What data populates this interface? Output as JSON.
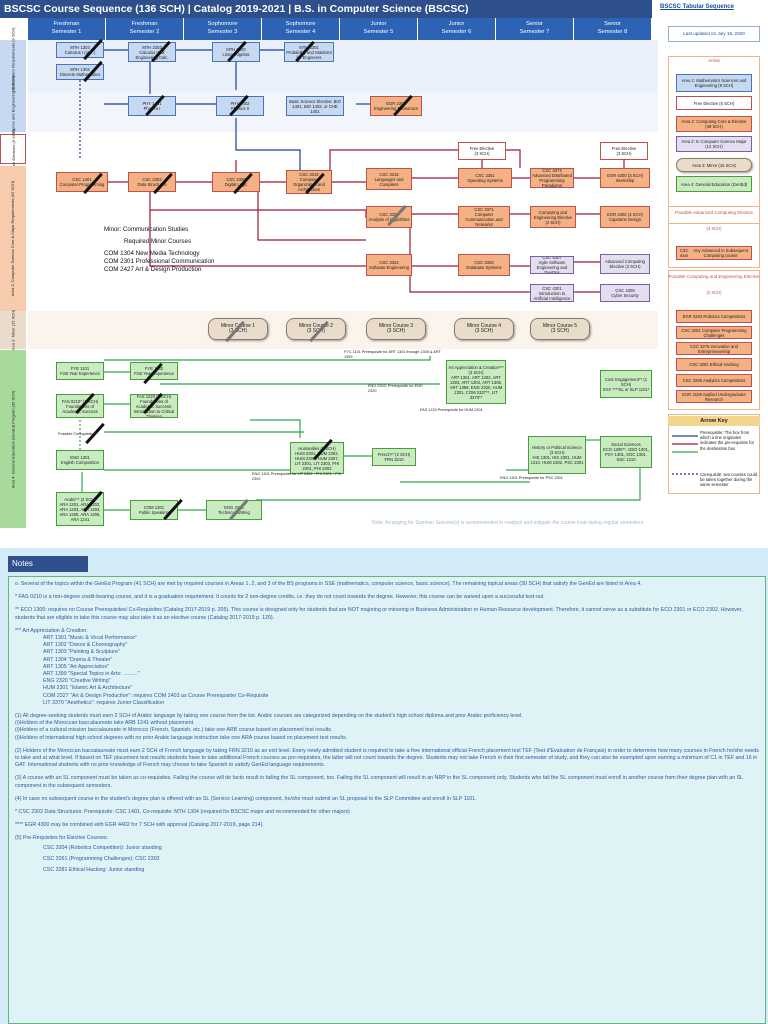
{
  "header": {
    "title": "BSCSC Course Sequence (136 SCH) | Catalog 2019-2021 | B.S. in Computer Science (BSCSC)",
    "tabular_link": "BSCSC Tabular Sequence",
    "updated": "Last updated on July 16, 2020"
  },
  "semesters": [
    "Freshman\nSemester 1",
    "Freshman\nSemester 2",
    "Sophomore\nSemester 3",
    "Sophomore\nSemester 4",
    "Junior\nSemester 5",
    "Junior\nSemester 6",
    "Senior\nSemester 7",
    "Senior\nSemester 8"
  ],
  "area_labels": {
    "a1": "Area 1: Mathematics Requirements (9 SCH)",
    "a2": "Area 2: Science and Engineering (9 SCH)",
    "free": "Free Electives (6 SCH)",
    "a3": "Area 3: Computer Science Core & Major Requirements (62 SCH)",
    "a4": "Area 3: Minor (15 SCH)",
    "a5": "Area 4: General Education (GenEd) Program (35 SCH)"
  },
  "courses": {
    "mth1303": "MTH 1303\nCalculus I (or ...)",
    "mth1304": "MTH 1304\nDiscrete Mathematics",
    "mth2303": "MTH 2303\nCalculus II for Engineering Calc.",
    "mth2320": "MTH 2320\nLinear Algebra",
    "mth3301": "MTH 3301\nProbability and Statistics for Engineers",
    "phy1401": "PHY 1401\nPhysics I",
    "phy1402": "PHY 1402\nPhysics II",
    "basic_sci": "Basic Science Elective: BIO 1401, BIO 1402, or CHE 1401",
    "egr2302": "EGR 2302\nEngineering Economics",
    "csc1401": "CSC 1401\nComputer Programming",
    "csc2302": "CSC 2302\nData Structures",
    "csc2305": "CSC 2305\nDigital Logic",
    "csc3315": "CSC 3315\nComputer Organization and Architecture",
    "csc3315b": "CSC 3315\nLanguages and Compilers",
    "csc3351": "CSC 3351\nOperating Systems",
    "csc3374": "CSC 3374\nAdvanced Distributed Programming Paradigms",
    "egr4300": "EGR 4300 (3 SCH)\nInternship",
    "csc3323": "CSC 3323\nAnalysis of Algorithms",
    "csc3371": "CSC 3371\nComputer Communication and Networks",
    "comp_eng": "Computing and Engineering Elective (2 SCH)",
    "egr4402": "EGR 4402 (4 SCH)\nCapstone Design",
    "csc3324": "CSC 3324\nSoftware Engineering",
    "csc3326": "CSC 3326\nDatabase Systems",
    "csc4307": "CSC 4307\nAgile Software Engineering and DevOps",
    "adv_comp": "Advanced Computing Elective (3 SCH)",
    "csc4301": "CSC 4301\nIntroduction to Artificial Intelligence",
    "csc4308": "CSC 4308\nCyber Security",
    "free1": "Free Elective\n(3 SCH)",
    "free2": "Free Elective\n(3 SCH)",
    "minor1": "Minor Course 1\n(3 SCH)",
    "minor2": "Minor Course 2\n(3 SCH)",
    "minor3": "Minor Course 3\n(3 SCH)",
    "minor4": "Minor Course 4\n(3 SCH)",
    "minor5": "Minor Course 5\n(3 SCH)",
    "fye1101": "FYE 1101\nFirst Year Experience",
    "fye1102": "FYE 1102\nFirst Year Experience",
    "fas0210": "FAS 0210* (1 SCH)\nFoundations of Academic Success",
    "fas1220": "FAS 1220 (2 SCH)\nFoundations of Academic Success: Introduction to Critical Thinking",
    "eng1301": "ENG 1301\nEnglish Composition",
    "arabic": "Arabic** (2 SCH)\nARA 1201, ARA 1202, ARA 1203, ARA 1204, ARA 1205, ARA 1206, ARA 1241",
    "com1301": "COM 1301\nPublic Speaking",
    "eng2303": "ENG 2303\nTechnical Writing",
    "humanities": "Humanities (3 SCH)\nHUM 2301, HUM 2302, HUM 2306, HUM 2307, LIT 2301, LIT 2303, PHI 2301, PHI 2302",
    "art": "Art Appreciation & Creation*** (3 SCH)\nART 1301, ART 1302, ART 1303, ART 1304, ART 1305, ART 1399, ENG 2320, HUM 2301, COM 2327**, LIT 3370**",
    "french": "French** (2 SCH)\nFRN 3210",
    "history": "History or Political Science (3 SCH)\nHIS 1301, HIS 2301, HUM 1310, HUM 2302, PSC 2301",
    "civic": "Civic Engagement** (1 SCH)\nXXX ****SL or SLP 1101*",
    "social": "Social Sciences\nECO 1300**, GEO 1301, PSY 1301, SOC 1301, SSC 1310"
  },
  "minor_info": {
    "title": "Minor: Communication Studies",
    "sub": "Required Minor Courses",
    "c1": "COM 1304 New Media Technology",
    "c2": "COM 2301 Professional Communication",
    "c3": "COM 2427 Art & Design Production"
  },
  "annotations": {
    "possible_coreq": "Possible Corequisite",
    "fyc": "FYC 1101 Prerequisite for ART 1301 through 1305 & ART 1399",
    "eng2303": "ENG 2303: Prerequisite for ENG 2320",
    "fas1220": "FAS 1220 Prerequisite for HUM 2301",
    "eng1301": "ENG 1301 Prerequisite for LIT 2301 - PHI 2301 - PHI 2302",
    "eng1301psc": "ENG 1301 Prerequisite for PSC 2301",
    "summer_note": "Note: Arranging for Summer Session(s) is recommended to readjust and mitigate the course load during regular semesters"
  },
  "legend": {
    "areas_title": "Areas",
    "l1": "Area 1: Mathematics Sciences and Engineering (9 SCH)",
    "l2": "Free Elective (6 SCH)",
    "l3": "Area 2: Computing Core & Elective (49 SCH)",
    "l4": "Area 2: In Computer Science Major (12 SCH)",
    "l5": "Area 3: Minor (15 SCH)",
    "l6": "Area 4: General Education (GenEd)",
    "adv_title": "Possible Advanced Computing Elective",
    "adv_sch": "(3 SCH)",
    "adv1": "CSC 4xxx",
    "adv2": "Any Advanced in Subsequent Computing course",
    "eng_title": "Possible Computing and Engineering Elective",
    "eng_sch": "(2 SCH)",
    "e1": "EGR 3204\nRobotics Competitions",
    "e2": "CSC 3261\nComputer Programming Challenges",
    "e3": "CSC 3275\nInnovation and Entrepreneurship",
    "e4": "CSC 3281\nEthical Hacking",
    "e5": "CSC 3285\nAnalytics Competitions",
    "e6": "EGR 3109\nApplied Undergraduate Research",
    "arrow_title": "Arrow Key",
    "prereq": "Prerequisite: The box from which a line originates indicates the pre-requisite for the destination box",
    "coreq": "Corequisite: two courses could be taken together during the same semester"
  },
  "notes": {
    "title": "Notes",
    "n0": "o. Several of the topics within the GenEd Program (41 SCH) are met by required courses in Areas 1, 2, and 3 of the BS programs in SSE (mathematics, computer science, basic science). The remaining topical areas (30 SCH) that satisfy the GenEd are listed in Area 4.",
    "n1": "* FAS 0210 is a non-degree credit-bearing course, and it is a graduation requirement. It counts for 2 non-degree credits, i.e. they do not count towards the degree. However, this course can be waived upon a successful test-out.",
    "n2": "** ECO 1300: requires no Course Prerequisites/ Co-Requisites (Catalog 2017-2019 p. 205). This course is designed only for students that are NOT majoring or minoring in Business Administration or Human Resource development. Therefore, it cannot serve as a substitute for ECO 2301 or ECO 2302. However, students that are eligible to take this course may also take it as an elective course (Catalog 2017-2019 p. 120).",
    "n3": "*** Art Appreciation & Creation:",
    "art_list": [
      "ART 1301 \"Music & Vocal Performance\"",
      "ART 1302 \"Dance & Choreography\"",
      "ART 1303 \"Painting & Sculpture\"",
      "ART 1304 \"Drama & Theater\"",
      "ART 1305 \"Art Appreciation\"",
      "ART 1399 \"Special Topics in Arts: ..........\"",
      "ENG 2320 \"Creative Writing\"",
      "HUM 2301 \"Islamic Art & Architecture\"",
      "COM 2327 \"Art & Design Production\": requires COM 2403 as Course Prerequisite/ Co-Requisite",
      "LIT 3370 \"Aesthetics\": requires Junior Classification"
    ],
    "n4": "(1) All degree-seeking students must earn 2 SCH of Arabic language by taking one course from the list. Arabic courses are categorized depending on the student's high school diploma and prior Arabic proficiency level.",
    "n4a": "(i)Holders of the Moroccan baccalaureate take ARB 1241 without placement.",
    "n4b": "(i)Holders of a cultural mission baccalaureate in Morocco (French, Spanish, etc.) take one ARB course based on placement test results.",
    "n4c": "(i)Holders of international high school degrees with no prior Arabic language instruction take one ARA course based on placement test results.",
    "n5": "(2) Holders of the Moroccan baccalaureate must earn 2 SCH of French language by taking FRN 3210 as an exit level. Every newly admitted student is required to take a free international official French placement test TEF (Test d'Evaluation de Français) in order to determine how many courses in French he/she needs to take and at what level. If based on TEF placement test results students have to take additional French courses as pre-requisites, the latter will not count towards the degree. Students may not take French in their first semester of study, and they can also be exempted upon earning a minimum of C1 in TEF and 16 in GAT. International students with no prior knowledge of French may choose to take Spanish to satisfy GenEd language requirements.",
    "n6": "(3) A course with an SL component must be taken as co-requisites. Failing the course will de facto result in failing the SL component, too. Failing the SL component will result in an NRP in the SL component only. Students who fail the SL component must enroll in another course from their degree plan with an SL component in the subsequent semesters.",
    "n7": "(4) In case no subsequent course in the student's degree plan is offered with an SL (Service Learning) component, he/she must submit an SL proposal to the SLP Committee and enroll in SLP 1101.",
    "n8": "* CSC 2302 Data Structures: Prerequisite: CSC 1401. Co-requisite: MTH 1304 (required for BSCSC major and recommended for other majors)",
    "n9": "**** EGR 4300 may be combined with EGR 4402 for 7 SCH with approval (Catalog 2017-2019, page 214).",
    "n10": "(5) Pre-Requisites for Elective Courses:",
    "el_list": [
      "CSC 3204 (Robotics Competition): Junior standing",
      "CSC 3261 (Programming Challenges): CSC 2302",
      "CSC 3281 Ethical Hacking: Junior standing"
    ]
  },
  "colors": {
    "header": "#2d4f8c",
    "semester": "#2d63b5",
    "area1": "#c6d9f1",
    "area3": "#f4b183",
    "minor": "#eadccb",
    "gened": "#c8ecc0",
    "prereq_arrow": "#9b1b30",
    "coreq_arrow": "#1a3fa6"
  }
}
